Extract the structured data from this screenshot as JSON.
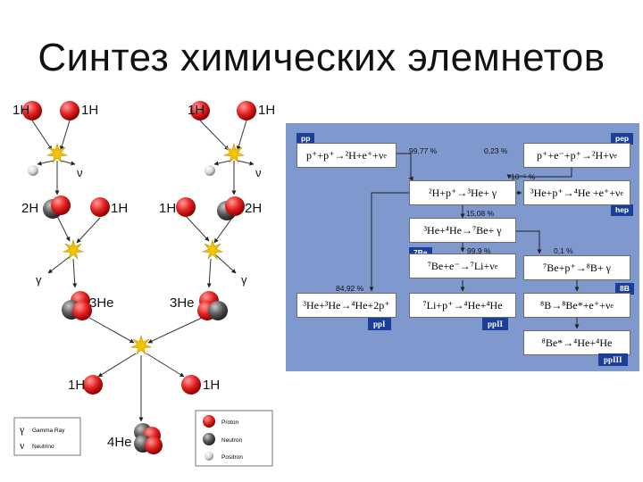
{
  "title": "Синтез химических элемнетов",
  "left_diagram": {
    "labels": {
      "h1": "1H",
      "h2": "2H",
      "he3": "3He",
      "he4": "4He",
      "gamma": "γ",
      "nu": "ν"
    },
    "legend_particles": {
      "gamma_symbol": "γ",
      "gamma_label": "Gamma Ray",
      "nu_symbol": "ν",
      "nu_label": "Neutrino"
    },
    "legend_nucleons": {
      "proton": "Proton",
      "neutron": "Neutron",
      "positron": "Positron"
    },
    "colors": {
      "proton": "#e32222",
      "neutron": "#5a5a5a",
      "positron": "#dddddd",
      "star": "#f2c400"
    }
  },
  "chain": {
    "background": "#7f98cd",
    "tags": {
      "pp": "pp",
      "pep": "pep",
      "hep": "hep",
      "be7": "7Be",
      "b8": "8B"
    },
    "captions": {
      "ppI": "ppI",
      "ppII": "ppII",
      "ppIII": "ppIII"
    },
    "percentages": {
      "p1": "99,77 %",
      "p2": "0,23 %",
      "p3": "10⁻⁵ %",
      "p4": "15,08 %",
      "p5": "84,92 %",
      "p6": "99,9 %",
      "p7": "0,1 %"
    }
  }
}
